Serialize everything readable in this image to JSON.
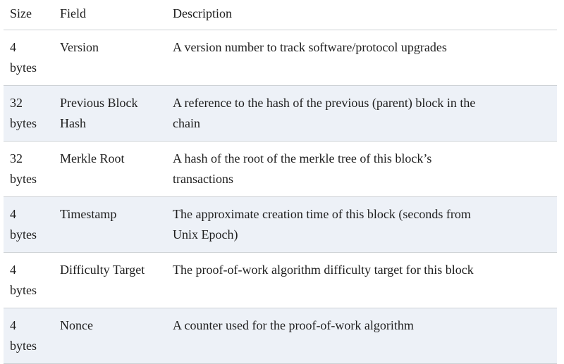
{
  "table": {
    "columns": {
      "size": "Size",
      "field": "Field",
      "description": "Description"
    },
    "rows": [
      {
        "size": "4 bytes",
        "field": "Version",
        "description": "A version number to track software/protocol upgrades"
      },
      {
        "size": "32 bytes",
        "field": "Previous Block Hash",
        "description": "A reference to the hash of the previous (parent) block in the chain"
      },
      {
        "size": "32 bytes",
        "field": "Merkle Root",
        "description": "A hash of the root of the merkle tree of this block’s transactions"
      },
      {
        "size": "4 bytes",
        "field": "Timestamp",
        "description": "The approximate creation time of this block (seconds from Unix Epoch)"
      },
      {
        "size": "4 bytes",
        "field": "Difficulty Target",
        "description": "The proof-of-work algorithm difficulty target for this block"
      },
      {
        "size": "4 bytes",
        "field": "Nonce",
        "description": "A counter used for the proof-of-work algorithm"
      }
    ],
    "colors": {
      "stripe": "#edf1f7",
      "border": "#cdd1d5",
      "text": "#1e1e1e",
      "background": "#ffffff"
    }
  }
}
